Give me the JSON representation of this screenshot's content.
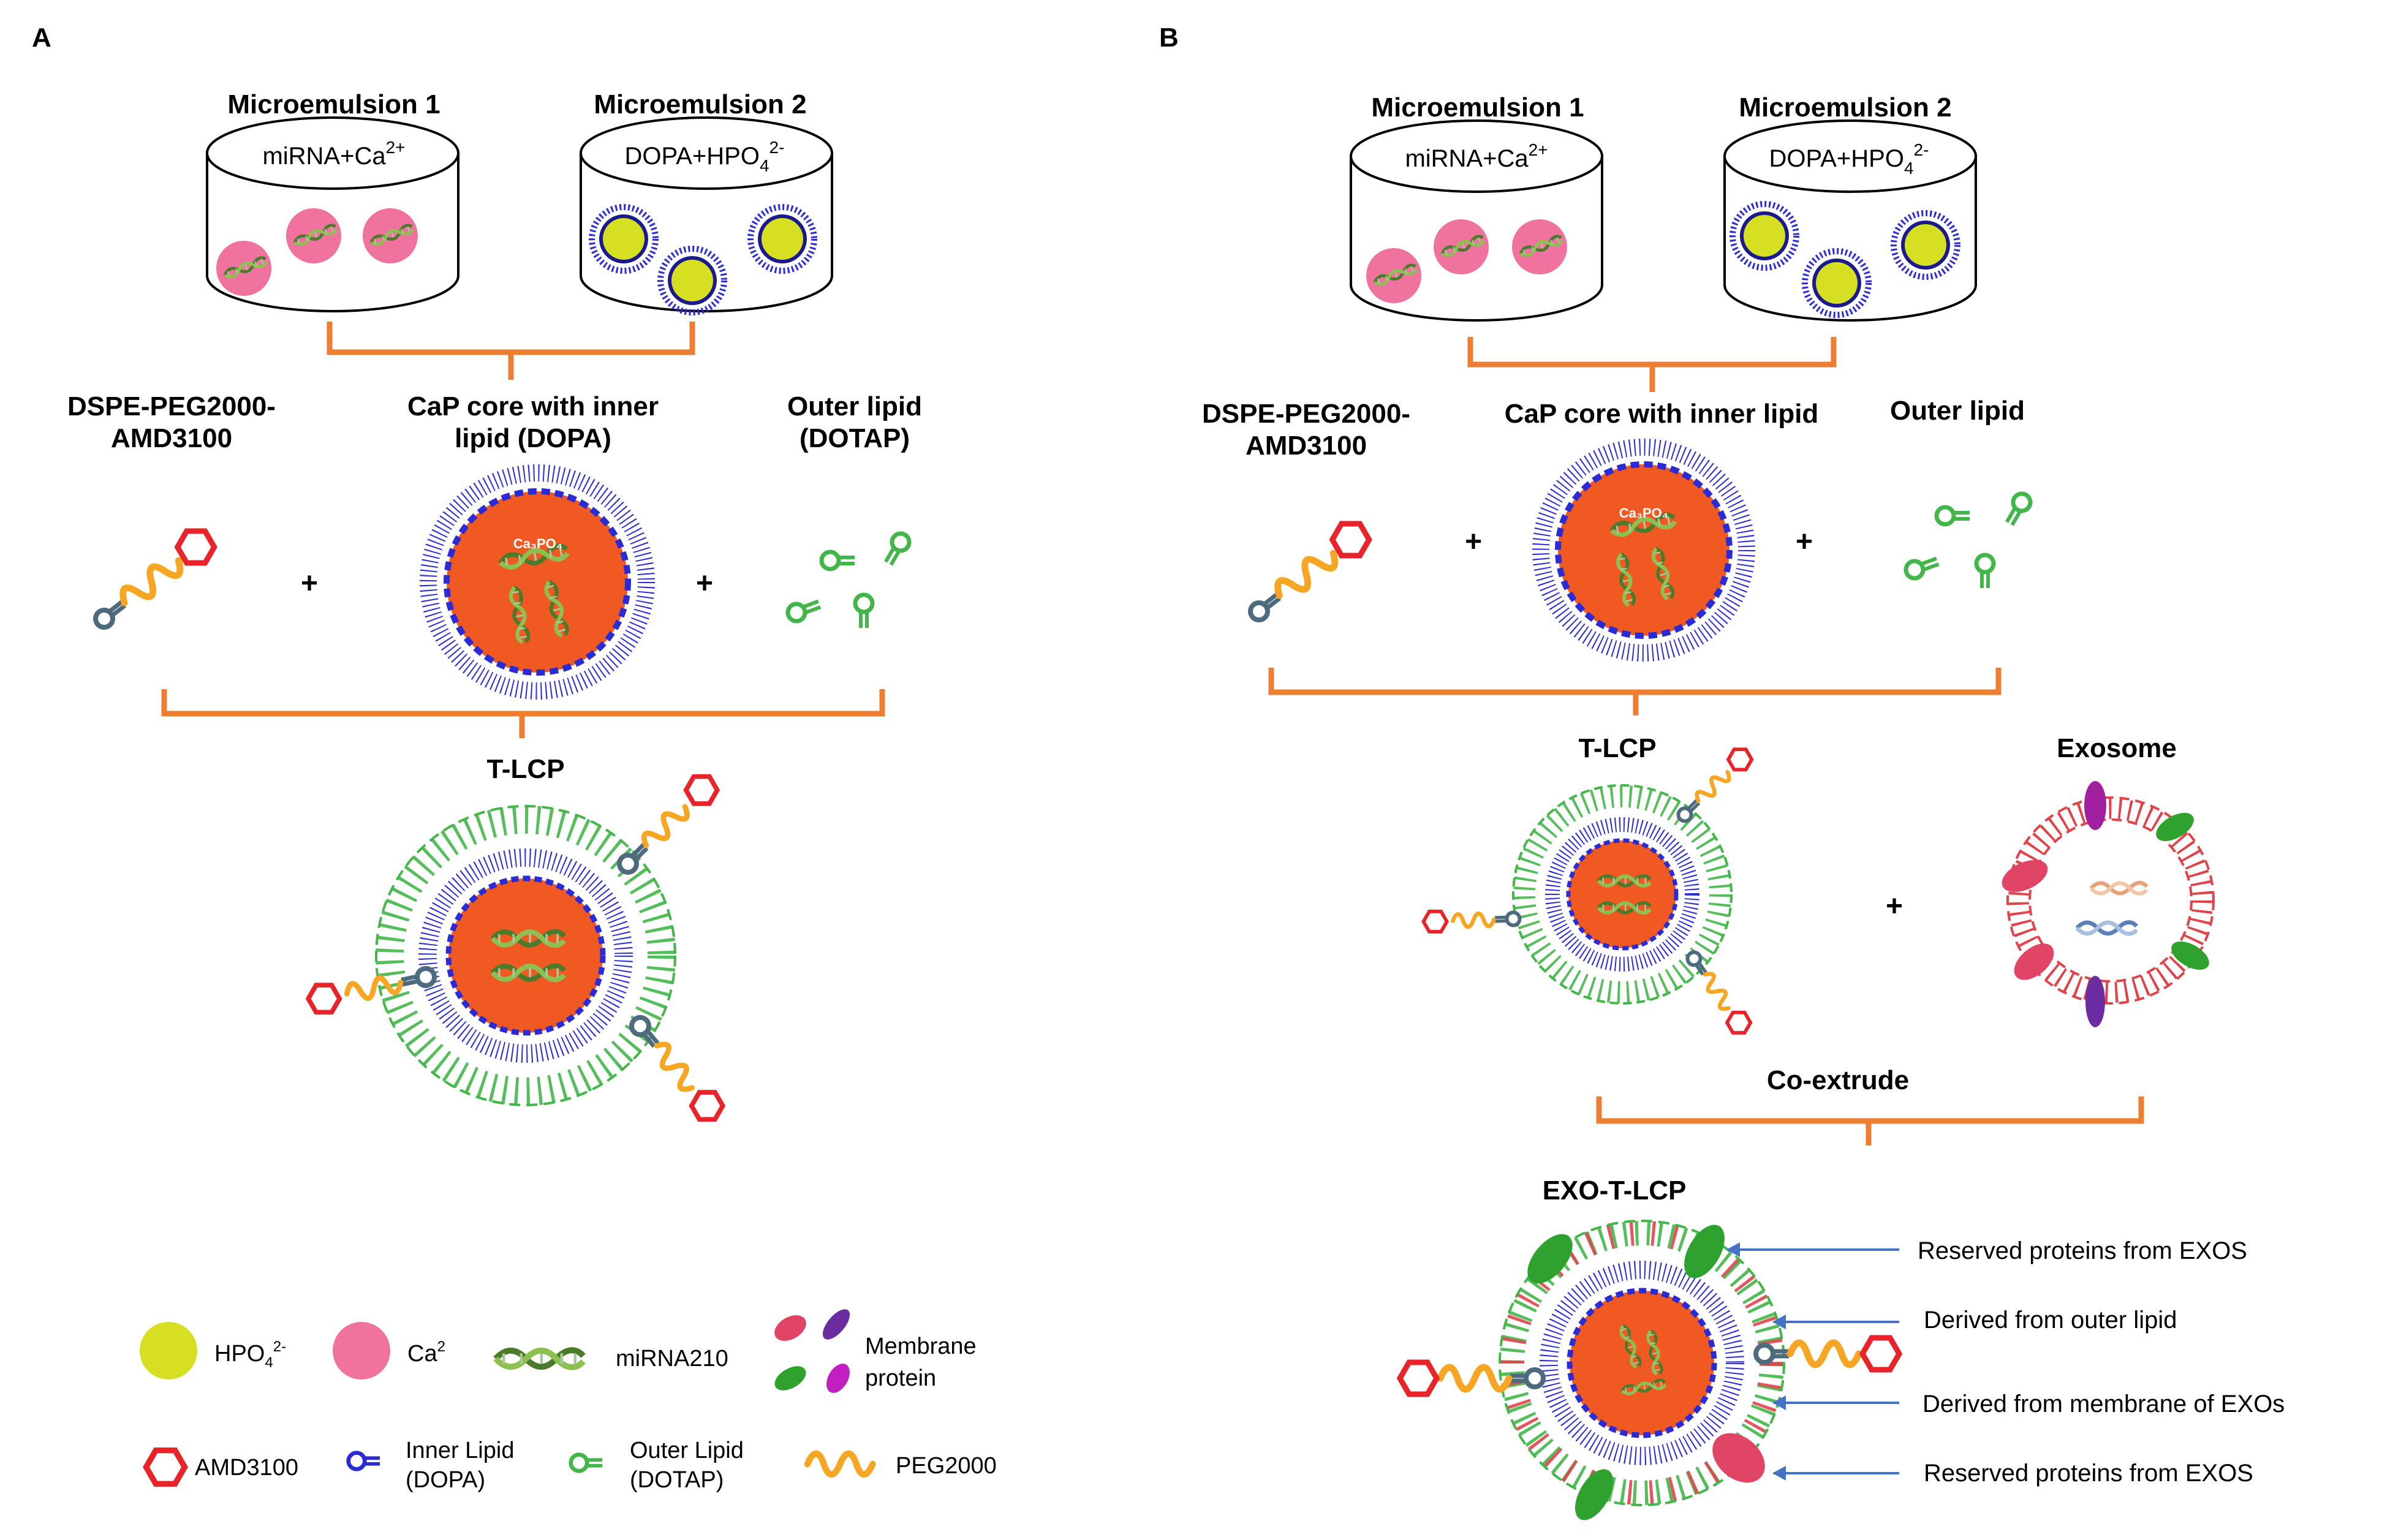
{
  "panels": {
    "a": "A",
    "b": "B"
  },
  "colors": {
    "bracket": "#ED7D31",
    "hpo4": "#D6DF21",
    "ca": "#F0729E",
    "core": "#F05A22",
    "inner_lipid": "#2B2BD6",
    "outer_lipid": "#43B649",
    "exosome_lipid": "#E0444B",
    "peg": "#F6A623",
    "amd3100": "#E8232A",
    "dspe": "#4E6B7E",
    "arrow": "#4472C4"
  },
  "panel_a": {
    "microemulsion1_title": "Microemulsion 1",
    "microemulsion1_content": "miRNA+Ca",
    "microemulsion1_sup": "2+",
    "microemulsion2_title": "Microemulsion 2",
    "microemulsion2_content": "DOPA+HPO",
    "microemulsion2_sub": "4",
    "microemulsion2_sup": "2-",
    "dspe_label_line1": "DSPE-PEG2000-",
    "dspe_label_line2": "AMD3100",
    "core_label_line1": "CaP core with inner",
    "core_label_line2": "lipid (DOPA)",
    "outer_label_line1": "Outer lipid",
    "outer_label_line2": "(DOTAP)",
    "core_text": "Ca₃PO₄",
    "plus": "+",
    "result_title": "T-LCP"
  },
  "panel_b": {
    "microemulsion1_title": "Microemulsion 1",
    "microemulsion1_content": "miRNA+Ca",
    "microemulsion1_sup": "2+",
    "microemulsion2_title": "Microemulsion 2",
    "microemulsion2_content": "DOPA+HPO",
    "microemulsion2_sub": "4",
    "microemulsion2_sup": "2-",
    "dspe_label_line1": "DSPE-PEG2000-",
    "dspe_label_line2": "AMD3100",
    "core_label": "CaP core with inner lipid",
    "outer_label": "Outer lipid",
    "core_text": "Ca₃PO₄",
    "plus": "+",
    "tlcp_title": "T-LCP",
    "exosome_title": "Exosome",
    "coextrude": "Co-extrude",
    "exo_tlcp_title": "EXO-T-LCP",
    "annotations": [
      "Reserved proteins from EXOS",
      "Derived from outer lipid",
      "Derived from membrane of EXOs",
      "Reserved proteins from EXOS"
    ]
  },
  "legend": {
    "hpo4": "HPO",
    "hpo4_sub": "4",
    "hpo4_sup": "2-",
    "ca": "Ca",
    "ca_sup": "2",
    "mirna": "miRNA210",
    "membrane_line1": "Membrane",
    "membrane_line2": "protein",
    "amd3100": "AMD3100",
    "inner_line1": "Inner Lipid",
    "inner_line2": "(DOPA)",
    "outer_line1": "Outer Lipid",
    "outer_line2": "(DOTAP)",
    "peg": "PEG2000"
  }
}
